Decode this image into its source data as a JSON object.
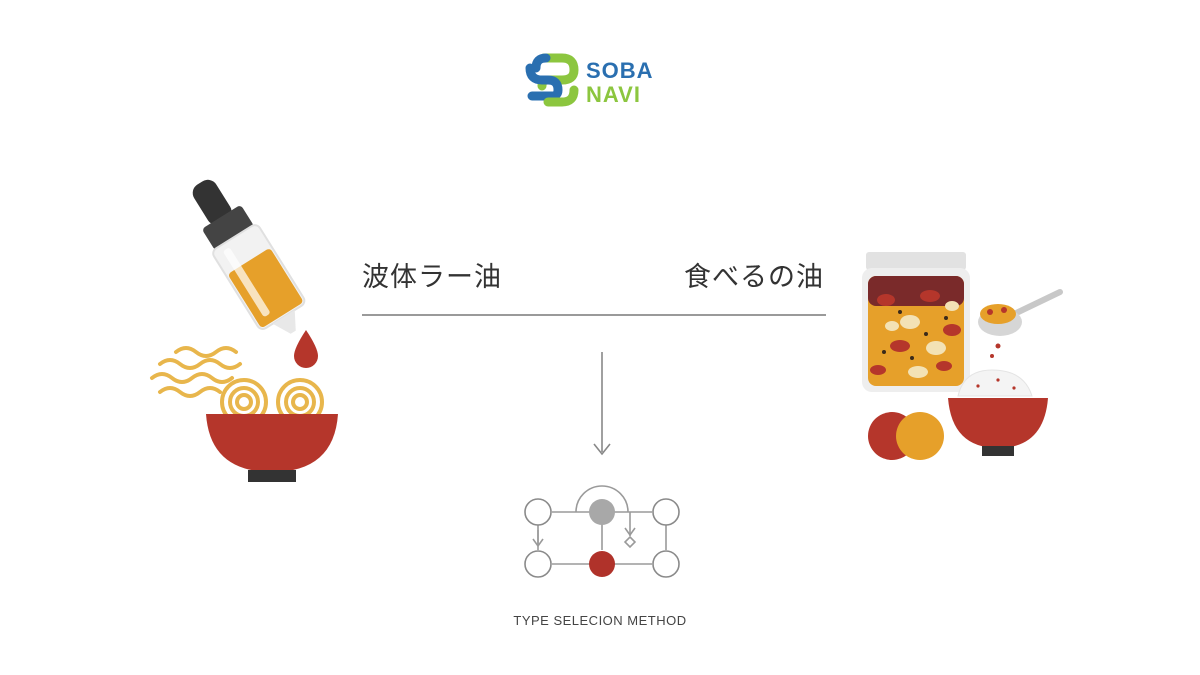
{
  "logo": {
    "line1": "SOBA",
    "line2": "NAVI",
    "icon": "s-mark-icon",
    "colors": {
      "blue": "#2a6fb0",
      "green": "#8cc63f"
    }
  },
  "left": {
    "label": "波体ラー油",
    "illustration": [
      "dropper-icon",
      "oil-drop-icon",
      "noodle-bowl-icon"
    ]
  },
  "right": {
    "label": "食べるの油",
    "illustration": [
      "chili-jar-icon",
      "spoon-icon",
      "rice-bowl-icon",
      "ingredient-circles-icon"
    ]
  },
  "flow": {
    "caption": "TYPE SELECION METHOD",
    "node_colors": {
      "active": "#a8a8a8",
      "selected": "#b0322a",
      "empty": "#ffffff"
    }
  },
  "colors": {
    "bowl_red": "#b5362b",
    "oil_orange": "#e6a02a",
    "noodle_yellow": "#e8b64c",
    "line_gray": "#9a9a9a"
  }
}
